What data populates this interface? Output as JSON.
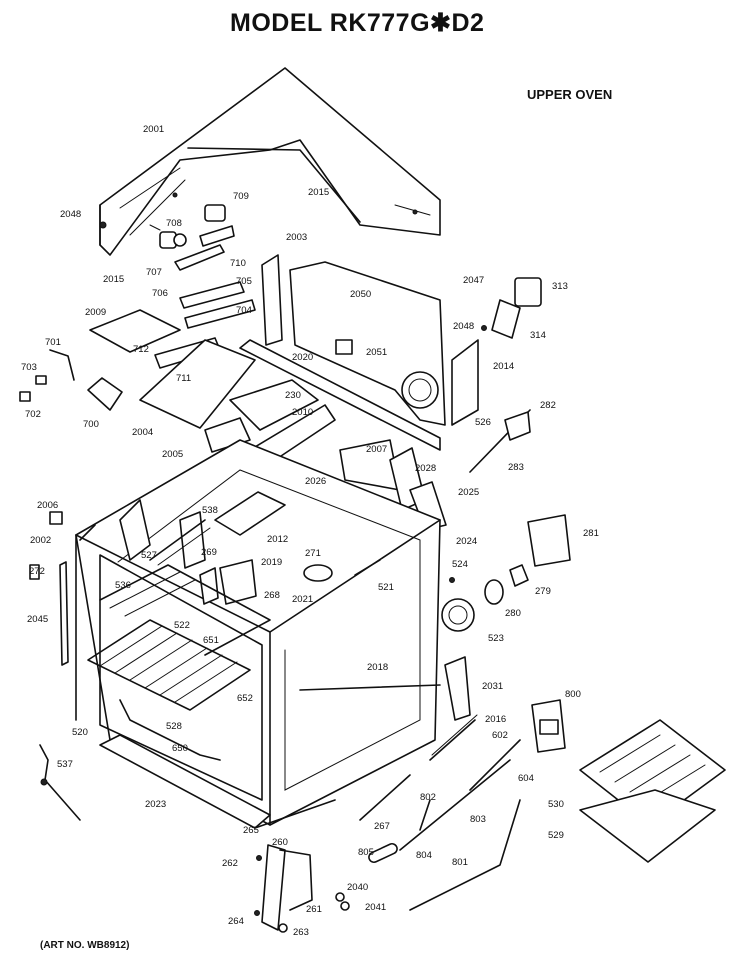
{
  "header": {
    "model_title": "MODEL RK777G✱D2",
    "section_title": "UPPER OVEN",
    "art_number": "(ART NO. WB8912)"
  },
  "parts": [
    {
      "id": "p2001",
      "label": "2001"
    },
    {
      "id": "p2015a",
      "label": "2015"
    },
    {
      "id": "p2048a",
      "label": "2048"
    },
    {
      "id": "p709",
      "label": "709"
    },
    {
      "id": "p708",
      "label": "708"
    },
    {
      "id": "p2015b",
      "label": "2015"
    },
    {
      "id": "p707",
      "label": "707"
    },
    {
      "id": "p710",
      "label": "710"
    },
    {
      "id": "p2003",
      "label": "2003"
    },
    {
      "id": "p2047",
      "label": "2047"
    },
    {
      "id": "p313",
      "label": "313"
    },
    {
      "id": "p706",
      "label": "706"
    },
    {
      "id": "p705",
      "label": "705"
    },
    {
      "id": "p2050",
      "label": "2050"
    },
    {
      "id": "p2009",
      "label": "2009"
    },
    {
      "id": "p704",
      "label": "704"
    },
    {
      "id": "p2048b",
      "label": "2048"
    },
    {
      "id": "p314",
      "label": "314"
    },
    {
      "id": "p701",
      "label": "701"
    },
    {
      "id": "p712",
      "label": "712"
    },
    {
      "id": "p2051",
      "label": "2051"
    },
    {
      "id": "p703",
      "label": "703"
    },
    {
      "id": "p2020",
      "label": "2020"
    },
    {
      "id": "p2014",
      "label": "2014"
    },
    {
      "id": "p711",
      "label": "711"
    },
    {
      "id": "p702",
      "label": "702"
    },
    {
      "id": "p230",
      "label": "230"
    },
    {
      "id": "p700",
      "label": "700"
    },
    {
      "id": "p2010",
      "label": "2010"
    },
    {
      "id": "p282",
      "label": "282"
    },
    {
      "id": "p2004",
      "label": "2004"
    },
    {
      "id": "p526",
      "label": "526"
    },
    {
      "id": "p2007",
      "label": "2007"
    },
    {
      "id": "p2005",
      "label": "2005"
    },
    {
      "id": "p283",
      "label": "283"
    },
    {
      "id": "p2028",
      "label": "2028"
    },
    {
      "id": "p2026",
      "label": "2026"
    },
    {
      "id": "p2025",
      "label": "2025"
    },
    {
      "id": "p2006",
      "label": "2006"
    },
    {
      "id": "p538",
      "label": "538"
    },
    {
      "id": "p2012",
      "label": "2012"
    },
    {
      "id": "p281",
      "label": "281"
    },
    {
      "id": "p2002",
      "label": "2002"
    },
    {
      "id": "p2024",
      "label": "2024"
    },
    {
      "id": "p527",
      "label": "527"
    },
    {
      "id": "p269",
      "label": "269"
    },
    {
      "id": "p2019",
      "label": "2019"
    },
    {
      "id": "p271",
      "label": "271"
    },
    {
      "id": "p524",
      "label": "524"
    },
    {
      "id": "p272",
      "label": "272"
    },
    {
      "id": "p536",
      "label": "536"
    },
    {
      "id": "p521",
      "label": "521"
    },
    {
      "id": "p279",
      "label": "279"
    },
    {
      "id": "p268",
      "label": "268"
    },
    {
      "id": "p2021",
      "label": "2021"
    },
    {
      "id": "p2045",
      "label": "2045"
    },
    {
      "id": "p522",
      "label": "522"
    },
    {
      "id": "p280",
      "label": "280"
    },
    {
      "id": "p651",
      "label": "651"
    },
    {
      "id": "p523",
      "label": "523"
    },
    {
      "id": "p2018",
      "label": "2018"
    },
    {
      "id": "p2031",
      "label": "2031"
    },
    {
      "id": "p652",
      "label": "652"
    },
    {
      "id": "p800",
      "label": "800"
    },
    {
      "id": "p520",
      "label": "520"
    },
    {
      "id": "p528",
      "label": "528"
    },
    {
      "id": "p2016",
      "label": "2016"
    },
    {
      "id": "p602",
      "label": "602"
    },
    {
      "id": "p650",
      "label": "650"
    },
    {
      "id": "p537",
      "label": "537"
    },
    {
      "id": "p604",
      "label": "604"
    },
    {
      "id": "p530",
      "label": "530"
    },
    {
      "id": "p2023",
      "label": "2023"
    },
    {
      "id": "p802",
      "label": "802"
    },
    {
      "id": "p267",
      "label": "267"
    },
    {
      "id": "p803",
      "label": "803"
    },
    {
      "id": "p529",
      "label": "529"
    },
    {
      "id": "p265",
      "label": "265"
    },
    {
      "id": "p260",
      "label": "260"
    },
    {
      "id": "p805",
      "label": "805"
    },
    {
      "id": "p804",
      "label": "804"
    },
    {
      "id": "p262",
      "label": "262"
    },
    {
      "id": "p801",
      "label": "801"
    },
    {
      "id": "p2040",
      "label": "2040"
    },
    {
      "id": "p261",
      "label": "261"
    },
    {
      "id": "p2041",
      "label": "2041"
    },
    {
      "id": "p264",
      "label": "264"
    },
    {
      "id": "p263",
      "label": "263"
    }
  ]
}
